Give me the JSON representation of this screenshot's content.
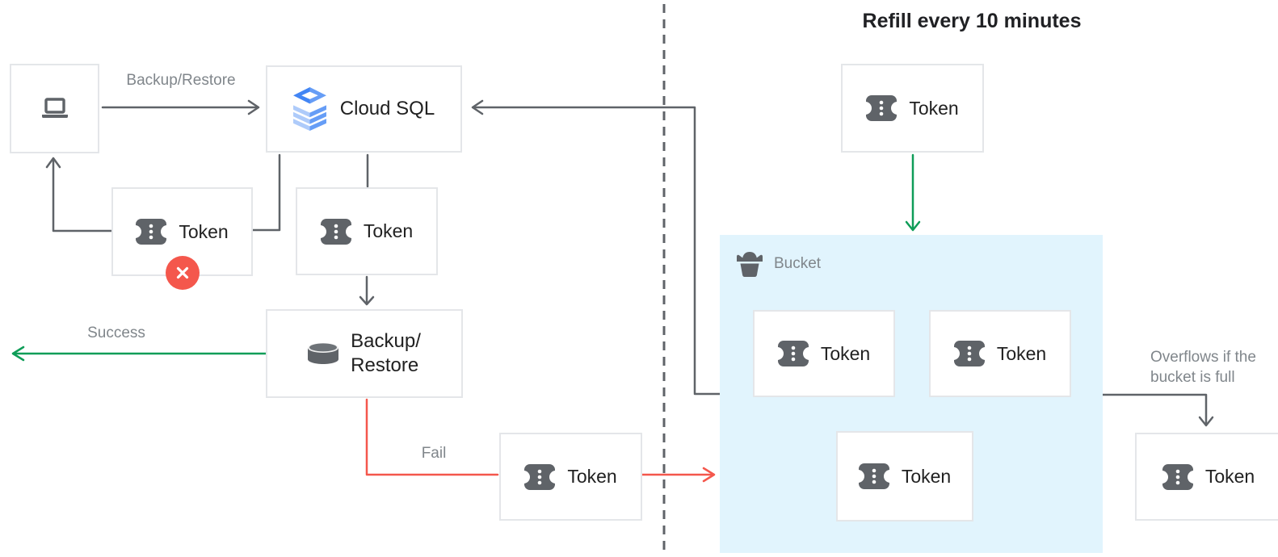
{
  "title": "Refill every 10 minutes",
  "palette": {
    "line_gray": "#5F6368",
    "label_gray": "#80868B",
    "text_dark": "#212121",
    "success_green": "#0F9D58",
    "fail_red": "#F4574C",
    "bucket_blue": "#E1F4FD",
    "icon_gray": "#5F6368",
    "cloud_sql_blue_dark": "#4285F4",
    "cloud_sql_blue_mid": "#669DF6",
    "cloud_sql_blue_light": "#AECBFA"
  },
  "nodes": {
    "client": {
      "icon": "laptop-icon"
    },
    "cloud_sql": {
      "label": "Cloud SQL",
      "icon": "cloud-sql-icon"
    },
    "backup_restore": {
      "line1": "Backup/",
      "line2": "Restore",
      "icon": "database-cylinder-icon"
    },
    "bucket": {
      "label": "Bucket",
      "icon": "bucket-icon"
    }
  },
  "tokens": [
    {
      "id": "rejected",
      "label": "Token"
    },
    {
      "id": "in-use",
      "label": "Token"
    },
    {
      "id": "failed",
      "label": "Token"
    },
    {
      "id": "refill",
      "label": "Token"
    },
    {
      "id": "bucket-1",
      "label": "Token"
    },
    {
      "id": "bucket-2",
      "label": "Token"
    },
    {
      "id": "bucket-3",
      "label": "Token"
    },
    {
      "id": "overflow",
      "label": "Token"
    }
  ],
  "edge_labels": {
    "backup_restore": "Backup/Restore",
    "success": "Success",
    "fail": "Fail",
    "overflow_line1": "Overflows if the",
    "overflow_line2": "bucket is full"
  }
}
